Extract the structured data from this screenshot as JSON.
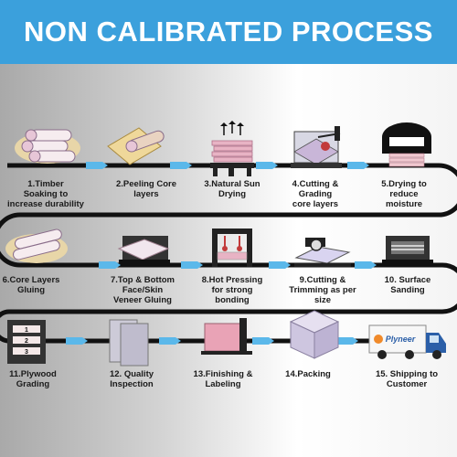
{
  "title": "NON CALIBRATED PROCESS",
  "steps": [
    {
      "label": "1.Timber\nSoaking  to\nincrease durability",
      "icon": "timber-logs-icon"
    },
    {
      "label": "2.Peeling Core\nlayers",
      "icon": "peeling-veneer-icon"
    },
    {
      "label": "3.Natural Sun\nDrying",
      "icon": "sun-drying-stack-icon"
    },
    {
      "label": "4.Cutting  &\nGrading\ncore layers",
      "icon": "cutting-machine-icon"
    },
    {
      "label": "5.Drying to\nreduce\nmoisture",
      "icon": "drying-kiln-icon"
    },
    {
      "label": "6.Core Layers\nGluing",
      "icon": "glued-logs-icon"
    },
    {
      "label": "7.Top & Bottom\nFace/Skin\nVeneer Gluing",
      "icon": "veneer-gluing-icon"
    },
    {
      "label": "8.Hot Pressing\nfor strong\nbonding",
      "icon": "hot-press-icon"
    },
    {
      "label": "9.Cutting &\nTrimming as per\nsize",
      "icon": "trimming-saw-icon"
    },
    {
      "label": "10. Surface\nSanding",
      "icon": "sanding-machine-icon"
    },
    {
      "label": "11.Plywood\nGrading",
      "icon": "grading-stack-icon"
    },
    {
      "label": "12. Quality Inspection",
      "icon": "inspection-boards-icon"
    },
    {
      "label": "13.Finishing &\nLabeling",
      "icon": "labeling-machine-icon"
    },
    {
      "label": "14.Packing",
      "icon": "packing-box-icon"
    },
    {
      "label": "15. Shipping to\nCustomer",
      "icon": "shipping-truck-icon"
    }
  ],
  "grading_badges": [
    "1",
    "2",
    "3"
  ],
  "truck_brand": "Plyneer",
  "colors": {
    "banner": "#3ba0dc",
    "arrow": "#5bb8ea",
    "track": "#111111"
  }
}
